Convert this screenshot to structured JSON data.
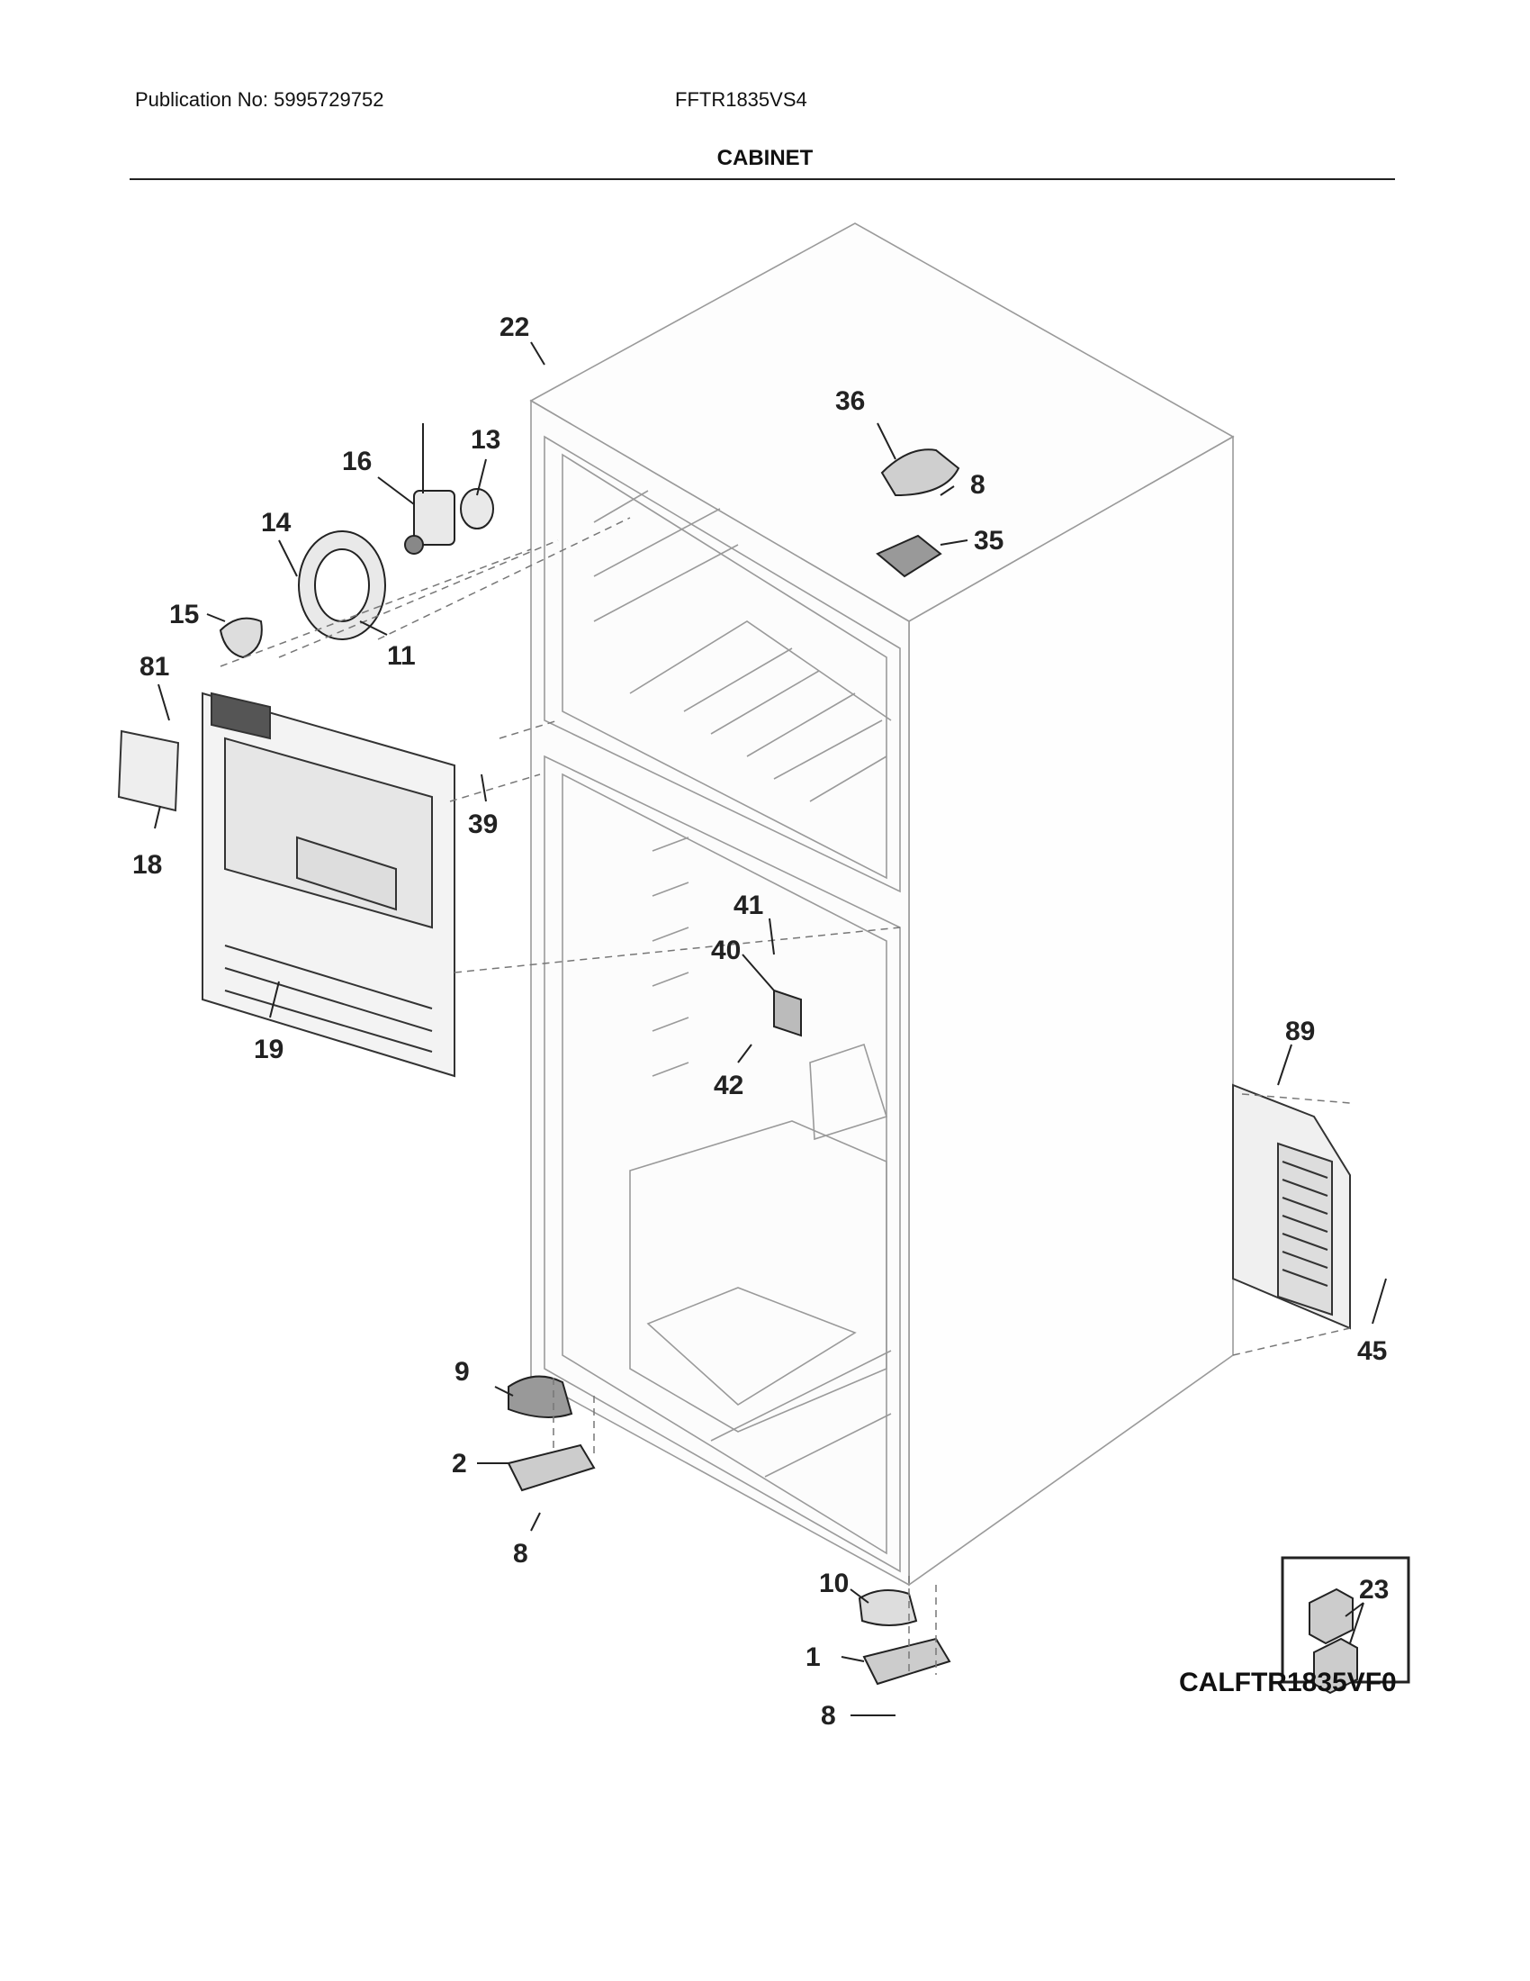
{
  "header": {
    "publication": "Publication No: 5995729752",
    "model": "FFTR1835VS4",
    "section_title": "CABINET"
  },
  "diagram": {
    "code": "CALFTR1835VF0",
    "callouts": [
      "22",
      "36",
      "8",
      "35",
      "13",
      "16",
      "14",
      "15",
      "11",
      "81",
      "18",
      "39",
      "19",
      "41",
      "40",
      "42",
      "89",
      "45",
      "9",
      "2",
      "8",
      "10",
      "1",
      "8",
      "23"
    ]
  }
}
